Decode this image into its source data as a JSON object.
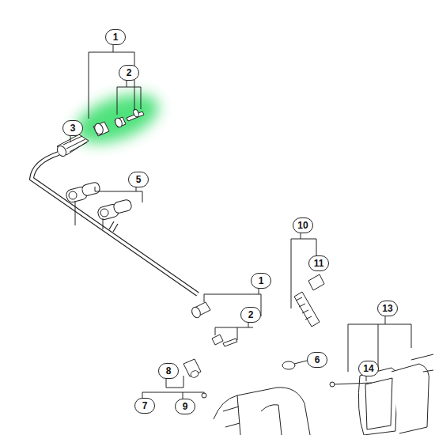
{
  "diagram": {
    "labels": [
      "1",
      "2",
      "3",
      "5",
      "1",
      "2",
      "10",
      "11",
      "6",
      "8",
      "7",
      "9",
      "13",
      "14"
    ]
  }
}
